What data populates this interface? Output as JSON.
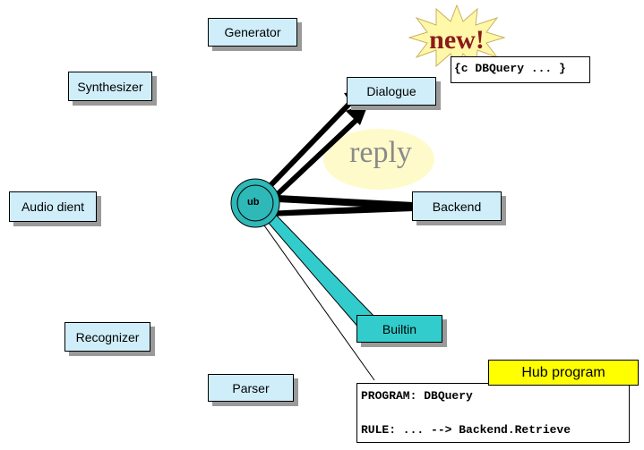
{
  "nodes": {
    "generator": "Generator",
    "synthesizer": "Synthesizer",
    "dialogue": "Dialogue",
    "audio_client": "Audio dient",
    "backend": "Backend",
    "recognizer": "Recognizer",
    "builtin": "Builtin",
    "parser": "Parser",
    "hub": "ub"
  },
  "callouts": {
    "new": "new!",
    "reply": "reply",
    "dbquery": "{c DBQuery ... }",
    "hub_program_title": "Hub program",
    "program_line": "PROGRAM: DBQuery",
    "rule_line": "RULE: ... --> Backend.Retrieve"
  },
  "colors": {
    "node_fill": "#cfeefa",
    "builtin_fill": "#33cccc",
    "hub_fill": "#2eb8b8",
    "note_fill": "#ffff00",
    "burst_fill": "#fff8a8",
    "new_text": "#8b1a1a",
    "reply_text": "#8a8a8a"
  }
}
